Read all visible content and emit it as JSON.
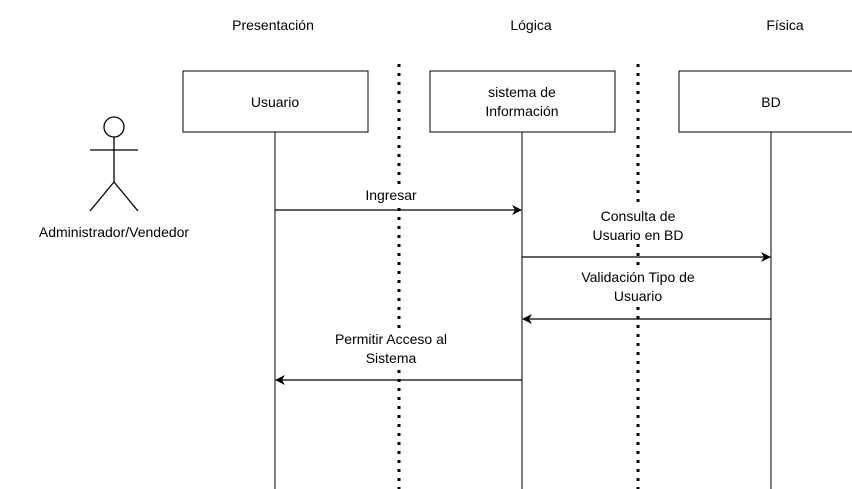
{
  "layers": {
    "presentation": "Presentación",
    "logic": "Lógica",
    "physical": "Física"
  },
  "actor": {
    "label": "Administrador/Vendedor"
  },
  "lifelines": {
    "usuario": "Usuario",
    "sistema": [
      "sistema de",
      "Información"
    ],
    "bd": "BD"
  },
  "messages": {
    "ingresar": [
      "Ingresar"
    ],
    "consulta": [
      "Consulta de",
      "Usuario en BD"
    ],
    "validacion": [
      "Validación Tipo de",
      "Usuario"
    ],
    "permitir": [
      "Permitir Acceso al",
      "Sistema"
    ]
  },
  "colors": {
    "stroke": "#000000",
    "background": "#ffffff"
  }
}
